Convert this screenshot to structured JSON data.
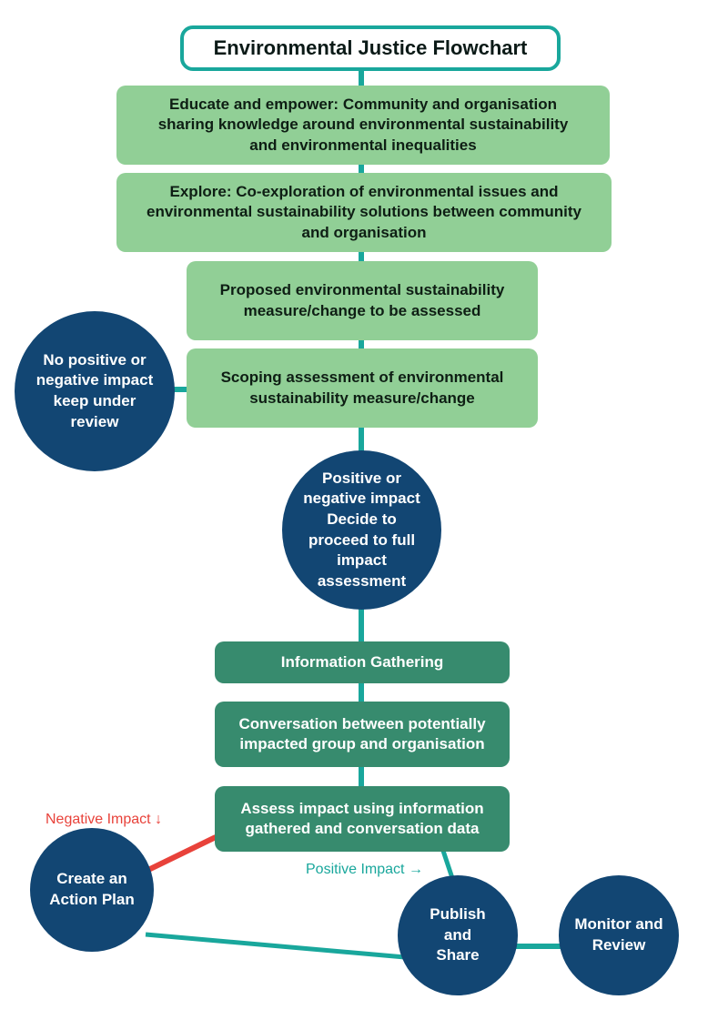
{
  "title": "Environmental Justice Flowchart",
  "steps": {
    "educate": "Educate and empower: Community and organisation sharing knowledge around environmental sustainability and environmental inequalities",
    "explore": "Explore: Co-exploration of environmental issues and environmental sustainability solutions between community and organisation",
    "proposed": "Proposed environmental sustainability measure/change to be assessed",
    "scoping": "Scoping assessment of environmental sustainability measure/change",
    "info": "Information Gathering",
    "conversation": "Conversation between potentially impacted group and organisation",
    "assess": "Assess impact using information gathered and conversation data"
  },
  "circles": {
    "no_impact": "No positive or negative impact keep under review",
    "proceed": "Positive or negative impact Decide to proceed to full impact assessment",
    "action": "Create an Action Plan",
    "publish": "Publish and Share",
    "monitor": "Monitor and Review"
  },
  "labels": {
    "negative": "Negative Impact",
    "positive": "Positive Impact"
  },
  "colors": {
    "light_box": "#91cf96",
    "dark_box": "#378b6e",
    "circle": "#124673",
    "connector": "#19a79c",
    "negative": "#e8423a",
    "positive": "#19a79c"
  }
}
